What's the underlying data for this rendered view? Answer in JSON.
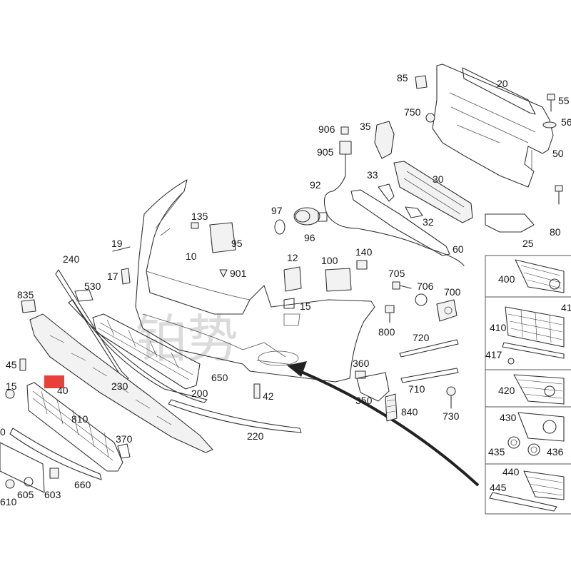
{
  "diagram": {
    "watermark": "铂势",
    "highlighted_part": "40",
    "labels": {
      "p20": "20",
      "p25": "25",
      "p30": "30",
      "p32": "32",
      "p33": "33",
      "p35": "35",
      "p50": "50",
      "p55": "55",
      "p56": "56",
      "p60": "60",
      "p80": "80",
      "p85": "85",
      "p92": "92",
      "p96": "96",
      "p97": "97",
      "p95": "95",
      "p135": "135",
      "p901": "901",
      "p905": "905",
      "p906": "906",
      "p750": "750",
      "p10": "10",
      "p12": "12",
      "p15": "15",
      "p100": "100",
      "p140": "140",
      "p19": "19",
      "p17": "17",
      "p240": "240",
      "p530": "530",
      "p835": "835",
      "p45": "45",
      "p40": "40",
      "p15b": "15",
      "p230": "230",
      "p810": "810",
      "p370": "370",
      "p605": "605",
      "p603": "603",
      "p610": "610",
      "p660": "660",
      "p200": "200",
      "p650": "650",
      "p42": "42",
      "p220": "220",
      "p705": "705",
      "p706": "706",
      "p700": "700",
      "p800": "800",
      "p720": "720",
      "p360": "360",
      "p710": "710",
      "p350": "350",
      "p840": "840",
      "p730": "730",
      "p400": "400",
      "p410": "410",
      "p41x": "41",
      "p417": "417",
      "p420": "420",
      "p430": "430",
      "p435": "435",
      "p436": "436",
      "p440": "440",
      "p445": "445",
      "p0": "0"
    }
  },
  "colors": {
    "highlight": "#e8413a",
    "line": "#333333",
    "panel_border": "#555555"
  }
}
